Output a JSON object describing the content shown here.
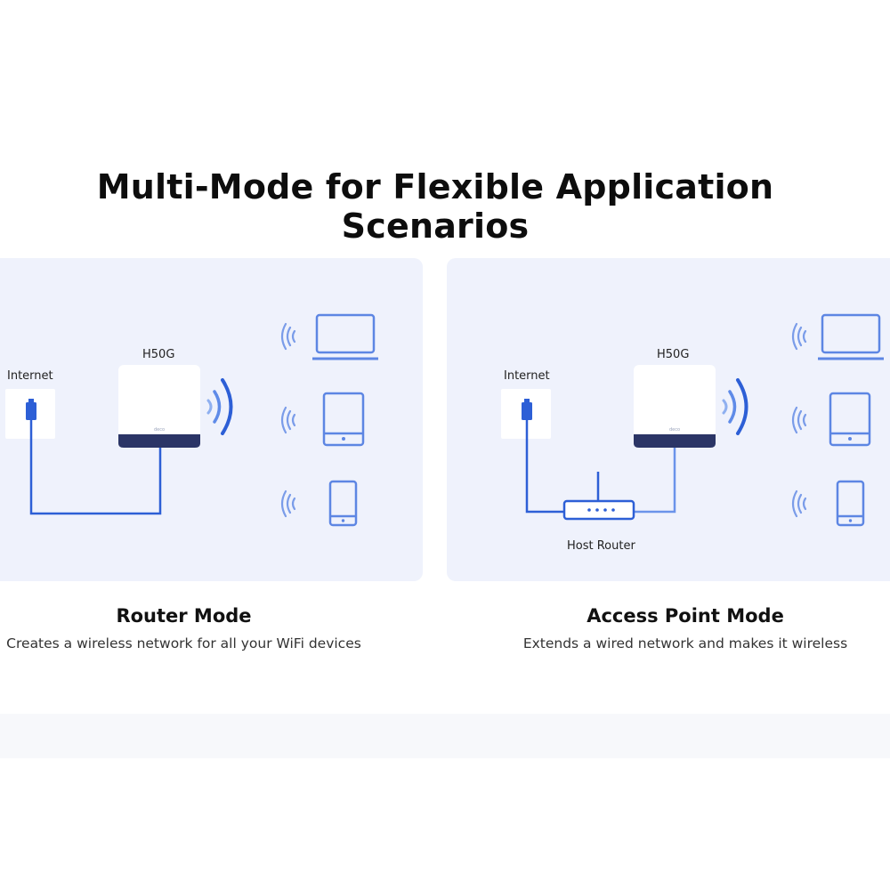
{
  "title": "Multi-Mode for Flexible Application Scenarios",
  "colors": {
    "panel_bg": "#eff2fc",
    "accent_blue": "#2d5fd6",
    "light_blue": "#6b93ea",
    "device_blue": "#5d86e3",
    "router_base": "#2b3566"
  },
  "modes": [
    {
      "title": "Router Mode",
      "description": "Creates a wireless network for all your WiFi devices",
      "labels": {
        "internet": "Internet",
        "device": "H50G"
      }
    },
    {
      "title": "Access Point Mode",
      "description": "Extends a wired network and makes it wireless",
      "labels": {
        "internet": "Internet",
        "device": "H50G",
        "host_router": "Host Router"
      }
    }
  ]
}
